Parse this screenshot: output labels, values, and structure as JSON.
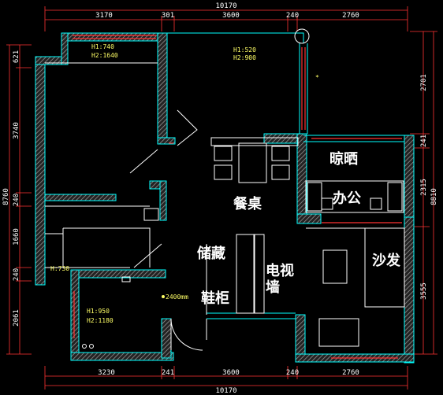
{
  "dimensions": {
    "top_total": "10170",
    "top_segments": [
      "3170",
      "301",
      "3600",
      "240",
      "2760"
    ],
    "bottom_total": "10170",
    "bottom_segments": [
      "3230",
      "241",
      "3600",
      "240",
      "2760"
    ],
    "left_total": "8760",
    "left_segments": [
      "621",
      "3740",
      "240",
      "1660",
      "240",
      "2061"
    ],
    "right_total": "8810",
    "right_segments": [
      "2701",
      "241",
      "2315",
      "3555"
    ]
  },
  "notes": {
    "top_left_window_h1": "H1:740",
    "top_left_window_h2": "H2:1640",
    "top_right_window_h1": "H1:520",
    "top_right_window_h2": "H2:900",
    "balcony_mark": "*",
    "bath_window": "H:730",
    "bath_window_h1": "H1:950",
    "bath_window_h2": "H2:1180",
    "door_height": "2400mm"
  },
  "rooms": {
    "drying": "晾晒",
    "dining_table": "餐桌",
    "office": "办公",
    "storage": "储藏",
    "tv_wall_line1": "电视",
    "tv_wall_line2": "墙",
    "sofa": "沙发",
    "shoe_cabinet": "鞋柜"
  },
  "colors": {
    "background": "#000000",
    "wall_outline": "#00ffff",
    "wall_hatch": "#9a9a9a",
    "dimension": "#ffffff",
    "dim_line": "#ff3333",
    "annotation": "#ffff66",
    "window": "#ff3333"
  }
}
